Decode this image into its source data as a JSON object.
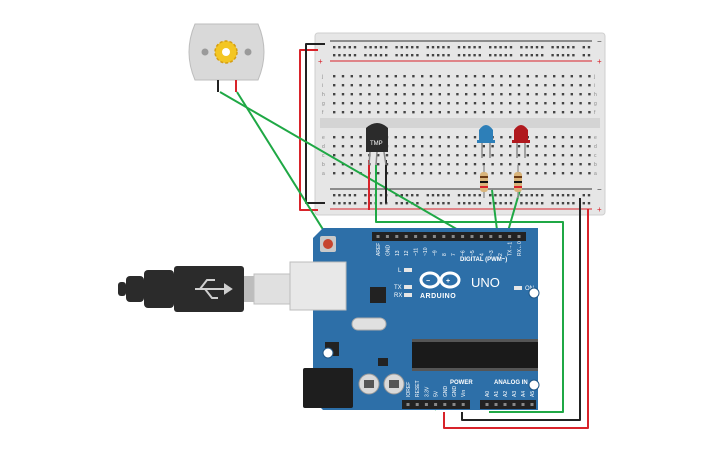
{
  "board": {
    "brand": "ARDUINO",
    "model": "UNO",
    "digital_label": "DIGITAL (PWM~)",
    "power_label": "POWER",
    "analog_label": "ANALOG IN",
    "on_label": "ON",
    "led_l_label": "L",
    "led_tx_label": "TX",
    "led_rx_label": "RX",
    "pins_digital": [
      "AREF",
      "GND",
      "13",
      "12",
      "~11",
      "~10",
      "~9",
      "8",
      "7",
      "~6",
      "~5",
      "4",
      "~3",
      "2",
      "TX→1",
      "RX←0"
    ],
    "pins_power": [
      "IOREF",
      "RESET",
      "3.3V",
      "5V",
      "GND",
      "GND",
      "Vin"
    ],
    "pins_analog": [
      "A0",
      "A1",
      "A2",
      "A3",
      "A4",
      "A5"
    ]
  },
  "sensor": {
    "label": "TMP"
  },
  "breadboard": {
    "rows_top": [
      "j",
      "i",
      "h",
      "g",
      "f"
    ],
    "rows_bottom": [
      "e",
      "d",
      "c",
      "b",
      "a"
    ],
    "plus": "+",
    "minus": "−"
  },
  "colors": {
    "board": "#2d6fa8",
    "board_dark": "#1f5686",
    "wire_green": "#1fa845",
    "wire_red": "#d8232a",
    "wire_black": "#222222",
    "led_blue": "#2d7fb8",
    "led_red": "#b0191e",
    "breadboard": "#e3e3e3"
  },
  "icons": [
    "usb-cable-icon",
    "motor-icon",
    "arduino-infinity-logo"
  ]
}
